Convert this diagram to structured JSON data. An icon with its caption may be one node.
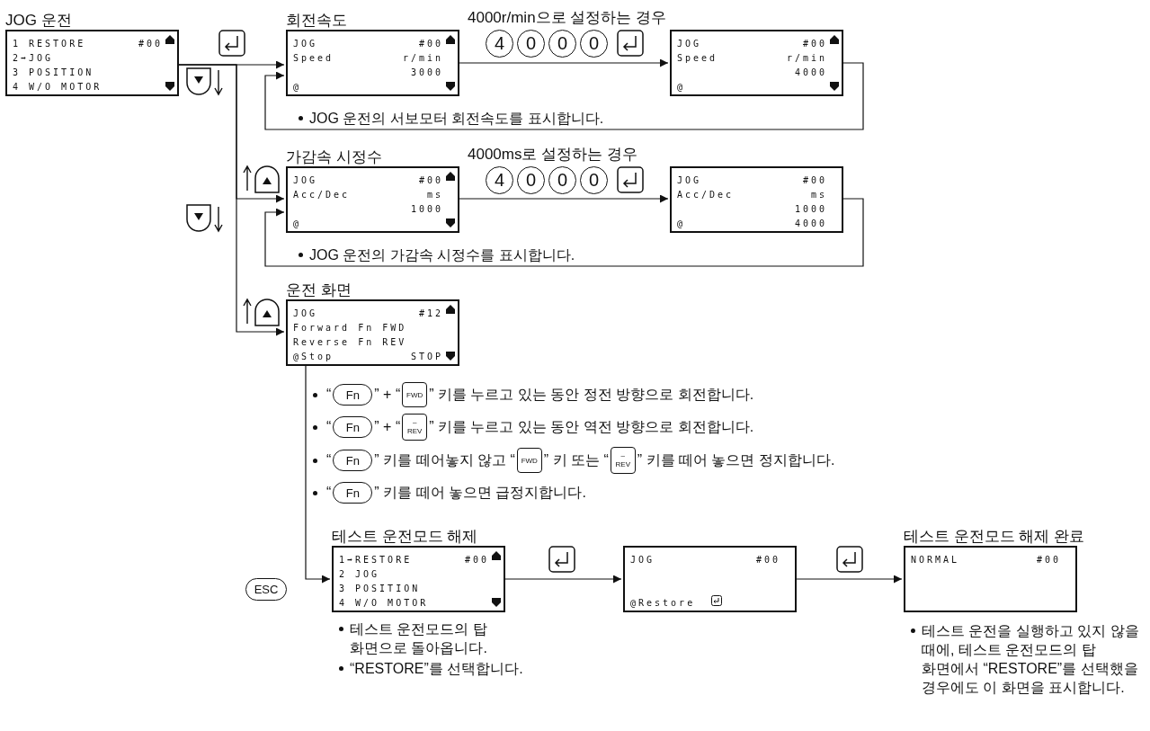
{
  "diagram": {
    "nodes": [
      {
        "text": [
          "JOG 운전",
          "1 RESTORE",
          "#00",
          "2➡JOG",
          "3 POSITION",
          "4 W/O MOTOR"
        ]
      },
      {
        "text": [
          "회전속도",
          "JOG",
          "#00",
          "Speed",
          "r/min",
          "3000",
          "@"
        ],
        "beside": [
          "JOG 운전의 서보모터 회전속도를 표시합니다."
        ]
      },
      {
        "text": [
          "JOG",
          "#00",
          "Speed",
          "r/min",
          "4000",
          "@"
        ]
      },
      {
        "text": [
          "가감속 시정수",
          "JOG",
          "#00",
          "Acc/Dec",
          "ms",
          "1000",
          "@"
        ],
        "beside": [
          "JOG 운전의 가감속 시정수를 표시합니다."
        ]
      },
      {
        "text": [
          "JOG",
          "#00",
          "Acc/Dec",
          "ms",
          "1000",
          "@",
          "4000"
        ]
      },
      {
        "text": [
          "운전 화면",
          "JOG",
          "#12",
          "Forward Fn FWD",
          "Reverse Fn REV",
          "@Stop",
          "STOP"
        ]
      },
      {
        "text": [
          "테스트 운전모드 해제",
          "1➡RESTORE",
          "#00",
          "2 JOG",
          "3 POSITION",
          "4 W/O MOTOR"
        ],
        "beside": [
          "테스트 운전모드의 탑 화면으로 돌아옵니다.",
          "“RESTORE”를 선택합니다."
        ]
      },
      {
        "text": [
          "JOG",
          "#00",
          "@Restore"
        ]
      },
      {
        "text": [
          "테스트 운전모드 해제 완료",
          "NORMAL",
          "#00"
        ],
        "beside": [
          "테스트 운전을 실행하고 있지 않을 때에, 테스트 운전모드의 탑 화면에서 “RESTORE”를 선택했을 경우에도 이 화면을 표시합니다."
        ]
      }
    ],
    "edges": [
      {
        "from": 0,
        "to": 1,
        "arrow": "to"
      },
      {
        "from": 0,
        "to": 3,
        "arrow": "to"
      },
      {
        "from": 0,
        "to": 5,
        "arrow": "to"
      },
      {
        "from": 1,
        "to": 2,
        "arrow": "to",
        "label": "4000r/min으로 설정하는 경우"
      },
      {
        "from": 2,
        "to": 1,
        "arrow": "to"
      },
      {
        "from": 3,
        "to": 4,
        "arrow": "to",
        "label": "4000ms로 설정하는 경우"
      },
      {
        "from": 4,
        "to": 3,
        "arrow": "to"
      },
      {
        "from": 5,
        "to": 6,
        "arrow": "to"
      },
      {
        "from": 6,
        "to": 7,
        "arrow": "to"
      },
      {
        "from": 7,
        "to": 8,
        "arrow": "to"
      }
    ],
    "labels": [
      "4",
      "0",
      "0",
      "0",
      "4",
      "0",
      "0",
      "0",
      "“",
      "Fn",
      "” + “",
      "FWD",
      "” 키를 누르고 있는 동안 정전 방향으로 회전합니다.",
      "“",
      "Fn",
      "” + “",
      "– REV",
      "” 키를 누르고 있는 동안 역전 방향으로 회전합니다.",
      "“",
      "Fn",
      "” 키를 떼어놓지 않고 “",
      "FWD",
      "” 키 또는 “",
      "– REV",
      "” 키를 떼어 놓으면 정지합니다.",
      "“",
      "Fn",
      "” 키를 떼어 놓으면 급정지합니다.",
      "ESC"
    ]
  }
}
